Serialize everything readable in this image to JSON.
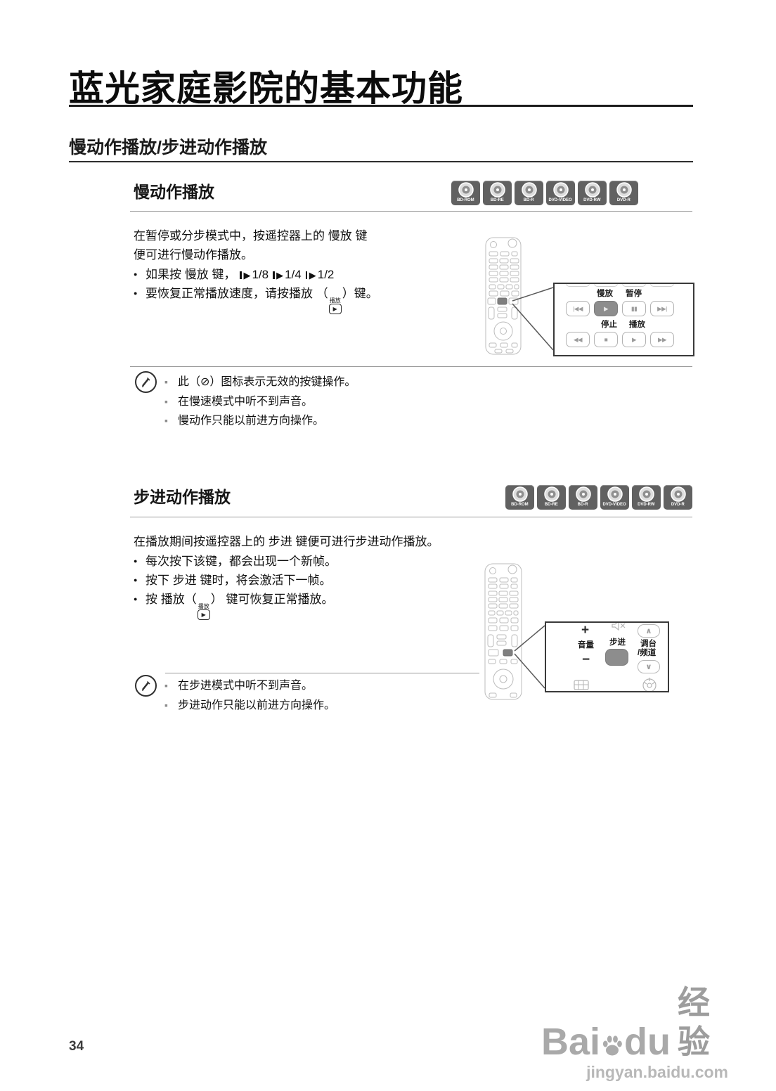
{
  "page": {
    "title": "蓝光家庭影院的基本功能",
    "section_title": "慢动作播放/步进动作播放",
    "page_number": "34"
  },
  "badges": [
    "BD-ROM",
    "BD-RE",
    "BD-R",
    "DVD-VIDEO",
    "DVD-RW",
    "DVD-R"
  ],
  "slow": {
    "heading": "慢动作播放",
    "para_line1": "在暂停或分步模式中，按遥控器上的 慢放 键",
    "para_line2": "便可进行慢动作播放。",
    "bullet1_pre": "如果按 慢放 键，",
    "speeds": [
      "1/8",
      "1/4",
      "1/2"
    ],
    "bullet2_pre": "要恢复正常播放速度，请按播放 （",
    "bullet2_post": "）键。",
    "callout": {
      "slow_label": "慢放",
      "pause_label": "暂停",
      "stop_label": "停止",
      "play_label": "播放"
    }
  },
  "note1": {
    "items": [
      "此（⊘）图标表示无效的按键操作。",
      "在慢速模式中听不到声音。",
      "慢动作只能以前进方向操作。"
    ]
  },
  "step": {
    "heading": "步进动作播放",
    "para_line1": "在播放期间按遥控器上的 步进 键便可进行步进动作播放。",
    "bullet1": "每次按下该键，都会出现一个新帧。",
    "bullet2": "按下 步进 键时，将会激活下一帧。",
    "bullet3_pre": "按 播放（",
    "bullet3_post": "） 键可恢复正常播放。",
    "callout": {
      "volume_label": "音量",
      "step_label": "步进",
      "channel_label_line1": "调台",
      "channel_label_line2": "/频道"
    }
  },
  "note2": {
    "items": [
      "在步进模式中听不到声音。",
      "步进动作只能以前进方向操作。"
    ]
  },
  "icons": {
    "step_play": "▶",
    "skip_back": "|◀◀",
    "slow_button_glyph": "▶",
    "pause": "▮▮",
    "skip_forward": "▶▶|",
    "search_back": "◀◀",
    "stop": "■",
    "play": "▶",
    "search_forward": "▶▶",
    "play_key_label": "播放",
    "volume_plus": "+",
    "volume_minus": "−",
    "chevron_up": "∧",
    "chevron_down": "∨"
  },
  "watermark": {
    "brand_pre": "Bai",
    "brand_post": "du",
    "brand_cn": "经验",
    "url": "jingyan.baidu.com"
  }
}
